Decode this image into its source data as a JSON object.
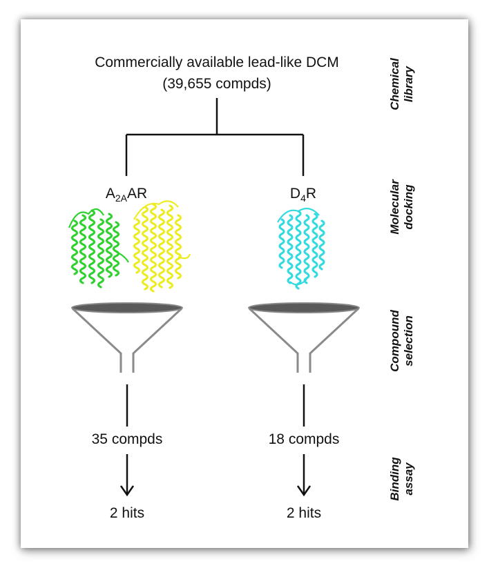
{
  "library": {
    "title": "Commercially available lead-like DCM",
    "count": "(39,655 compds)"
  },
  "targets": [
    {
      "name_main": "A",
      "name_sub": "2A",
      "name_rest": "AR",
      "compounds": "35 compds",
      "hits": "2 hits",
      "protein_colors": [
        "#2fd12f",
        "#ecec22"
      ]
    },
    {
      "name_main": "D",
      "name_sub": "4",
      "name_rest": "R",
      "compounds": "18 compds",
      "hits": "2 hits",
      "protein_colors": [
        "#35d9e0"
      ]
    }
  ],
  "stages": [
    {
      "line1": "Chemical",
      "line2": "library"
    },
    {
      "line1": "Molecular",
      "line2": "docking"
    },
    {
      "line1": "Compound",
      "line2": "selection"
    },
    {
      "line1": "Binding",
      "line2": "assay"
    }
  ]
}
